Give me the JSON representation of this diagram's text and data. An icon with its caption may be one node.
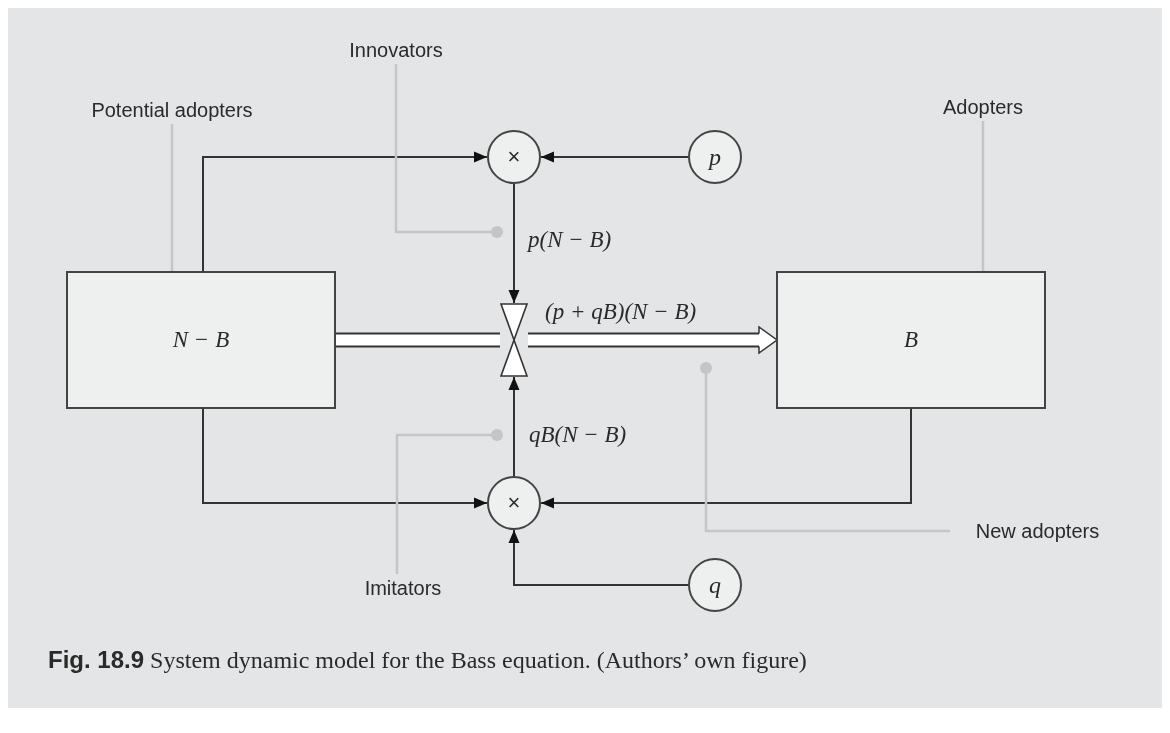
{
  "diagram": {
    "caption": "**Fig. 18.9** System dynamic model for the Bass equation. (Authors’ own figure)",
    "nodes": [
      {
        "text": [
          "Potential adopters"
        ]
      },
      {
        "text": [
          "Innovators"
        ]
      },
      {
        "text": [
          "Adopters"
        ]
      },
      {
        "text": [
          "N − B"
        ]
      },
      {
        "text": [
          "×"
        ]
      },
      {
        "text": [
          "p"
        ]
      },
      {
        "text": [],
        "shape": "valve"
      },
      {
        "text": [
          "B"
        ]
      },
      {
        "text": [
          "×"
        ]
      },
      {
        "text": [
          "q"
        ]
      },
      {
        "text": [
          "Imitators"
        ]
      },
      {
        "text": [
          "New adopters"
        ]
      }
    ],
    "edges": [
      {
        "from": 3,
        "to": 4,
        "arrow": "to"
      },
      {
        "from": 5,
        "to": 4,
        "arrow": "to"
      },
      {
        "from": 4,
        "to": 6,
        "arrow": "to",
        "label": "p(N − B)"
      },
      {
        "from": 3,
        "to": 6,
        "arrow": "none",
        "style": "thick"
      },
      {
        "from": 6,
        "to": 7,
        "arrow": "to",
        "style": "thick",
        "label": "(p + qB)(N − B)"
      },
      {
        "from": 8,
        "to": 6,
        "arrow": "to",
        "label": "qB(N − B)"
      },
      {
        "from": 3,
        "to": 8,
        "arrow": "to"
      },
      {
        "from": 7,
        "to": 8,
        "arrow": "to"
      },
      {
        "from": 9,
        "to": 8,
        "arrow": "to"
      },
      {
        "from": 0,
        "to": 3,
        "arrow": "other",
        "color": "#c3c6c8"
      },
      {
        "from": 1,
        "to": null,
        "arrow": "other",
        "color": "#c3c6c8"
      },
      {
        "from": 2,
        "to": 7,
        "arrow": "other",
        "color": "#c3c6c8"
      },
      {
        "from": 10,
        "to": null,
        "arrow": "other",
        "color": "#c3c6c8"
      },
      {
        "from": 11,
        "to": null,
        "arrow": "other",
        "color": "#c3c6c8"
      }
    ]
  }
}
